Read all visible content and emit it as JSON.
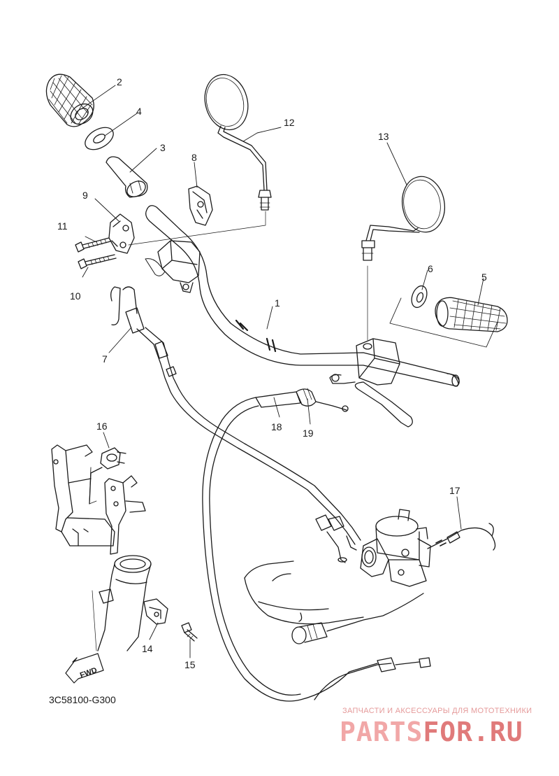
{
  "diagram": {
    "code": "3C58100-G300",
    "fwd_label": "FWD",
    "callouts": [
      "1",
      "2",
      "3",
      "4",
      "5",
      "6",
      "7",
      "8",
      "9",
      "10",
      "11",
      "12",
      "13",
      "14",
      "15",
      "16",
      "17",
      "18",
      "19"
    ]
  },
  "watermark": {
    "caption": "ЗАПЧАСТИ И АКСЕССУАРЫ ДЛЯ МОТОТЕХНИКИ",
    "logo_main": "PARTS",
    "logo_accent": "FOR.RU"
  },
  "colors": {
    "line": "#1a1a1a",
    "watermark": "#f1a7a7"
  }
}
